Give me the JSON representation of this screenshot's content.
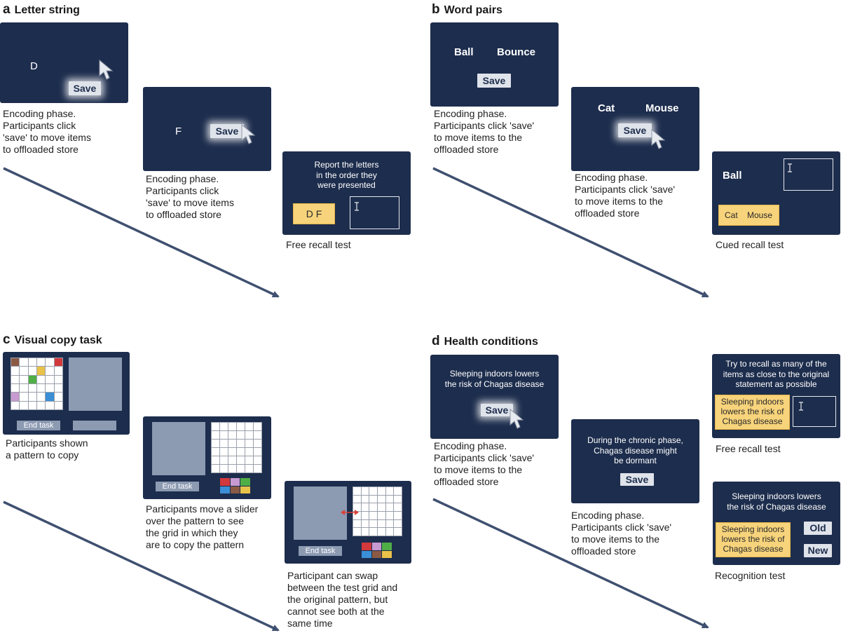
{
  "colors": {
    "screen": "#1d2d4d",
    "arrow": "#3f5070",
    "button": "#dfe3ea",
    "highlight": "#f7d37b",
    "grey_block": "#8c9ab2",
    "swap_arrow": "#d9413a"
  },
  "panel_a": {
    "letter": "a",
    "title": "Letter string",
    "screen1": {
      "letter": "D",
      "button": "Save",
      "caption": [
        "Encoding phase.",
        "Participants click",
        "'save' to move items",
        "to offloaded store"
      ]
    },
    "screen2": {
      "letter": "F",
      "button": "Save",
      "caption": [
        "Encoding phase.",
        "Participants click",
        "'save' to move items",
        "to offloaded store"
      ]
    },
    "screen3": {
      "prompt": [
        "Report the letters",
        "in the order they",
        "were presented"
      ],
      "answer": "D F",
      "caption": [
        "Free recall test"
      ]
    }
  },
  "panel_b": {
    "letter": "b",
    "title": "Word pairs",
    "screen1": {
      "word1": "Ball",
      "word2": "Bounce",
      "button": "Save",
      "caption": [
        "Encoding phase.",
        "Participants click 'save'",
        "to move items to the",
        "offloaded store"
      ]
    },
    "screen2": {
      "word1": "Cat",
      "word2": "Mouse",
      "button": "Save",
      "caption": [
        "Encoding phase.",
        "Participants click 'save'",
        "to move items to the",
        "offloaded store"
      ]
    },
    "screen3": {
      "cue": "Ball",
      "answer_a": "Cat",
      "answer_b": "Mouse",
      "caption": [
        "Cued recall test"
      ]
    }
  },
  "panel_c": {
    "letter": "c",
    "title": "Visual copy task",
    "screen1": {
      "end_task": "End task",
      "caption": [
        "Participants shown",
        "a pattern to copy"
      ],
      "pattern": [
        {
          "row": 0,
          "col": 0,
          "color": "#8b5a45"
        },
        {
          "row": 0,
          "col": 5,
          "color": "#d2393c"
        },
        {
          "row": 1,
          "col": 3,
          "color": "#e9c24a"
        },
        {
          "row": 2,
          "col": 2,
          "color": "#4fae46"
        },
        {
          "row": 4,
          "col": 0,
          "color": "#c79bd1"
        },
        {
          "row": 4,
          "col": 4,
          "color": "#3b8fd6"
        }
      ]
    },
    "screen2": {
      "end_task": "End task",
      "caption": [
        "Participants move a slider",
        "over the pattern to see",
        "the grid in which they",
        "are to copy the pattern"
      ]
    },
    "screen3": {
      "end_task": "End task",
      "caption": [
        "Participant can swap",
        "between the test grid and",
        "the original pattern, but",
        "cannot see both at the",
        "same time"
      ]
    },
    "palette": [
      "#d2393c",
      "#c79bd1",
      "#4fae46",
      "#3b8fd6",
      "#8b5a45",
      "#e9c24a"
    ]
  },
  "panel_d": {
    "letter": "d",
    "title": "Health conditions",
    "screen1": {
      "statement": [
        "Sleeping indoors lowers",
        "the risk of Chagas disease"
      ],
      "button": "Save",
      "caption": [
        "Encoding phase.",
        "Participants click 'save'",
        "to move items to the",
        "offloaded store"
      ]
    },
    "screen2": {
      "statement": [
        "During the chronic phase,",
        "Chagas disease might",
        "be dormant"
      ],
      "button": "Save",
      "caption": [
        "Encoding phase.",
        "Participants click 'save'",
        "to move items to the",
        "offloaded store"
      ]
    },
    "screen3": {
      "prompt": [
        "Try to recall as many of the",
        "items as close to the original",
        "statement as possible"
      ],
      "answer": [
        "Sleeping indoors",
        "lowers the risk of",
        "Chagas disease"
      ],
      "caption": [
        "Free recall test"
      ]
    },
    "screen4": {
      "statement": [
        "Sleeping indoors lowers",
        "the risk of Chagas disease"
      ],
      "answer": [
        "Sleeping indoors",
        "lowers the risk of",
        "Chagas disease"
      ],
      "old": "Old",
      "new": "New",
      "caption": [
        "Recognition test"
      ]
    }
  }
}
